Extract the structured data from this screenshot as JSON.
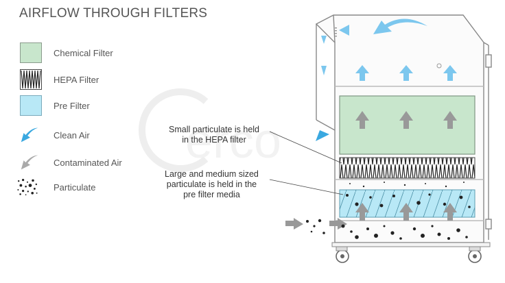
{
  "title": "AIRFLOW THROUGH FILTERS",
  "legend": {
    "chemical_filter": "Chemical Filter",
    "hepa_filter": "HEPA Filter",
    "pre_filter": "Pre Filter",
    "clean_air": "Clean Air",
    "contaminated_air": "Contaminated Air",
    "particulate": "Particulate"
  },
  "callouts": {
    "hepa_line1": "Small particulate is held",
    "hepa_line2": "in the HEPA filter",
    "pre_line1": "Large and medium sized",
    "pre_line2": "particulate is held in the",
    "pre_line3": "pre filter media"
  },
  "colors": {
    "chemical": "#c8e6cc",
    "pre_filter": "#b8e8f6",
    "clean_air": "#3aa8e0",
    "contaminated_air": "#999999",
    "outline": "#777777"
  }
}
